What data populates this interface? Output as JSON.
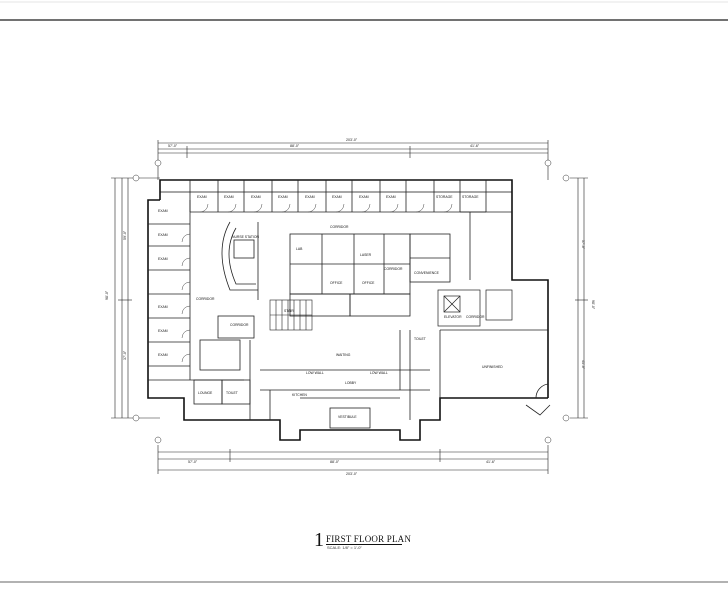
{
  "drawing": {
    "number": "1",
    "title": "FIRST FLOOR PLAN",
    "scale": "SCALE: 1/8\" = 1'-0\""
  },
  "dimensions": {
    "overall_top": "203'-0\"",
    "overall_bottom": "203'-0\"",
    "top_segments": [
      "57'-0\"",
      "88'-0\"",
      "41'-6\""
    ],
    "bottom_segments": [
      "57'-0\"",
      "88'-0\"",
      "41'-6\""
    ],
    "left_overall": "98'-0\"",
    "right_overall": "98'-0\"",
    "left_segments": [
      "59'-0\"",
      "37'-0\""
    ],
    "right_segments": [
      "57'-0\"",
      "41'-0\""
    ]
  },
  "rooms": {
    "nurse_station": "NURSE STATION",
    "corridor_1": "CORRIDOR",
    "corridor_2": "CORRIDOR",
    "corridor_3": "CORRIDOR",
    "corridor_4": "CORRIDOR",
    "corridor_5": "CORRIDOR",
    "lobby": "LOBBY",
    "vestibule": "VESTIBULE",
    "unfinished": "UNFINISHED",
    "elevator": "ELEVATOR",
    "stair": "STAIR",
    "storage_1": "STORAGE",
    "storage_2": "STORAGE",
    "office_1": "OFFICE",
    "office_2": "OFFICE",
    "laser": "LASER",
    "lab": "LAB",
    "convenience": "CONVENIENCE",
    "exam_labels": [
      "EXAM",
      "EXAM",
      "EXAM",
      "EXAM",
      "EXAM",
      "EXAM",
      "EXAM",
      "EXAM",
      "EXAM",
      "EXAM",
      "EXAM",
      "EXAM",
      "EXAM",
      "EXAM"
    ],
    "toilet_1": "TOILET",
    "toilet_2": "TOILET",
    "kitchen": "KITCHEN",
    "low_wall_1": "LOW WALL",
    "low_wall_2": "LOW WALL",
    "lounge": "LOUNGE",
    "waiting": "WAITING"
  }
}
